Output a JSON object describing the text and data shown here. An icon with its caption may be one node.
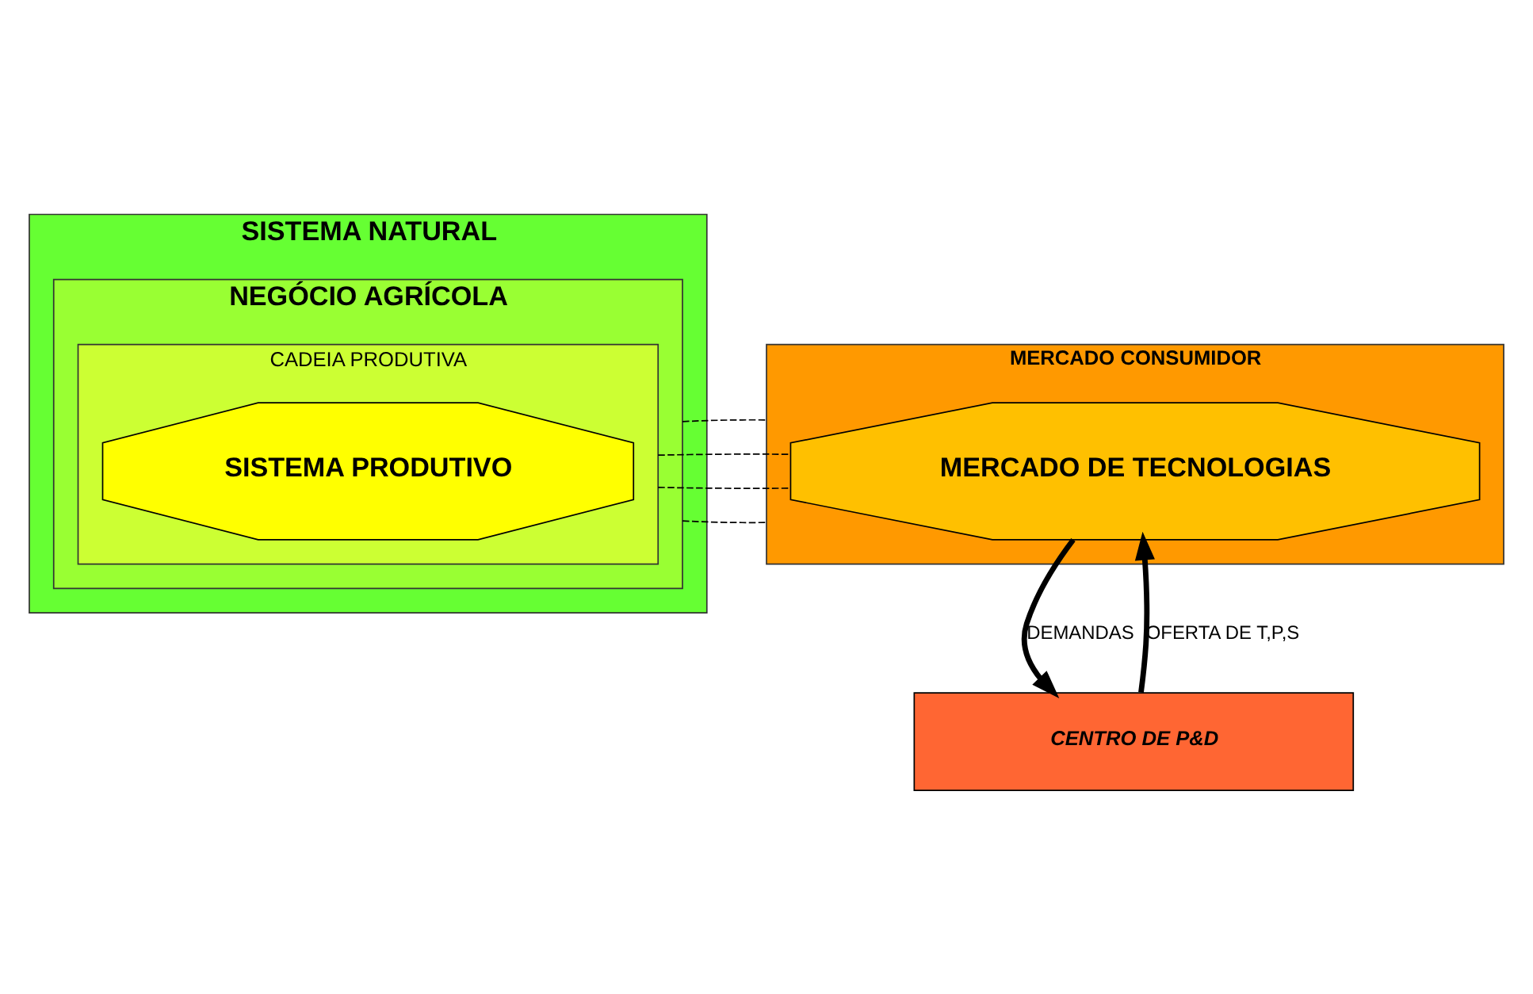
{
  "diagram": {
    "nodes": [
      {
        "text": [
          "SISTEMA NATURAL"
        ]
      },
      {
        "text": [
          "NEGÓCIO AGRÍCOLA"
        ],
        "in": 0
      },
      {
        "text": [
          "CADEIA PRODUTIVA"
        ],
        "in": 1
      },
      {
        "text": [
          "SISTEMA PRODUTIVO"
        ],
        "in": 2
      },
      {
        "text": [
          "MERCADO CONSUMIDOR"
        ]
      },
      {
        "text": [
          "MERCADO DE TECNOLOGIAS"
        ],
        "in": 4
      },
      {
        "text": [
          "CENTRO DE P&D"
        ]
      }
    ],
    "edges": [
      {
        "from": 1,
        "to": 4,
        "arrow": "none",
        "style": "dashed"
      },
      {
        "from": 2,
        "to": 5,
        "arrow": "none",
        "style": "dashed"
      },
      {
        "from": 2,
        "to": 5,
        "arrow": "none",
        "style": "dashed"
      },
      {
        "from": 1,
        "to": 4,
        "arrow": "none",
        "style": "dashed"
      },
      {
        "from": 5,
        "to": 6,
        "arrow": "to",
        "label": "DEMANDAS",
        "style": "thick"
      },
      {
        "from": 6,
        "to": 5,
        "arrow": "to",
        "label": "OFERTA DE T,P,S",
        "style": "thick"
      }
    ]
  }
}
